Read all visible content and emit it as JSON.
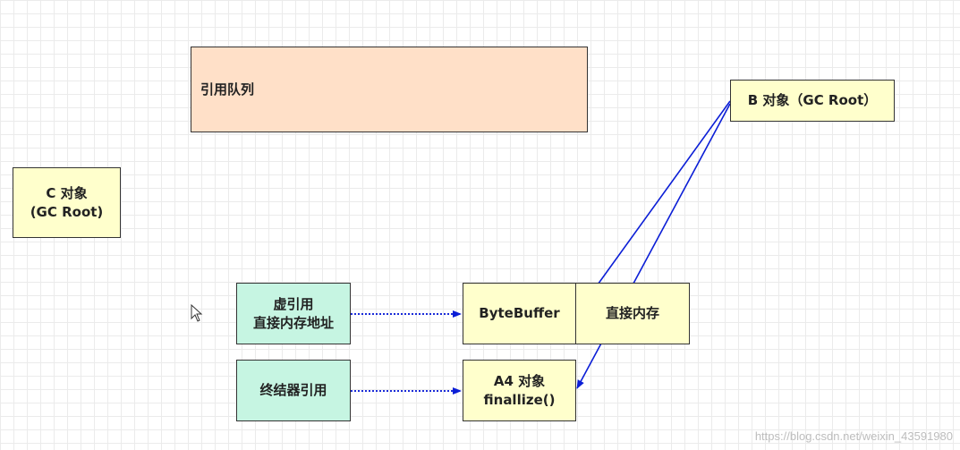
{
  "nodes": {
    "ref_queue": "引用队列",
    "b_object": "B 对象（GC Root）",
    "c_object": "C 对象\n(GC Root)",
    "phantom_ref": "虚引用\n直接内存地址",
    "bytebuffer": "ByteBuffer",
    "direct_memory": "直接内存",
    "finalizer_ref": "终结器引用",
    "a4_object": "A4 对象\nfinallize()"
  },
  "watermark": "https://blog.csdn.net/weixin_43591980",
  "colors": {
    "yellow_box": "#ffffcc",
    "peach_box": "#ffe0c8",
    "mint_box": "#c6f5e2",
    "strong_arrow": "#0b1ed6",
    "dotted_arrow": "#1a2bd8"
  }
}
